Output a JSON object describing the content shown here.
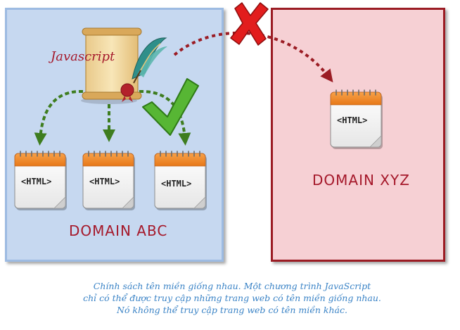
{
  "diagram": {
    "left_domain": {
      "label": "DOMAIN ABC"
    },
    "right_domain": {
      "label": "DOMAIN XYZ"
    },
    "script": {
      "label": "Javascript"
    },
    "pages": [
      {
        "label": "<HTML>"
      },
      {
        "label": "<HTML>"
      },
      {
        "label": "<HTML>"
      },
      {
        "label": "<HTML>"
      }
    ],
    "icons": [
      "scroll-quill-icon",
      "checkmark-icon",
      "cross-icon",
      "html-page-icon"
    ],
    "colors": {
      "left_panel_fill": "#c6d8f0",
      "right_panel_fill": "#f6d0d4",
      "right_panel_border": "#9b1c24",
      "allowed_arrow": "#3e7d1f",
      "blocked_arrow": "#9b1c24",
      "label_red": "#a5182a",
      "caption_blue": "#3a83c6"
    }
  },
  "caption": {
    "line1": "Chính sách tên miền giống nhau. Một chương trình JavaScript",
    "line2": "chỉ có thể được truy cập những trang web có tên miền giống nhau.",
    "line3": "Nó không thể truy cập trang web có tên miền khác."
  }
}
